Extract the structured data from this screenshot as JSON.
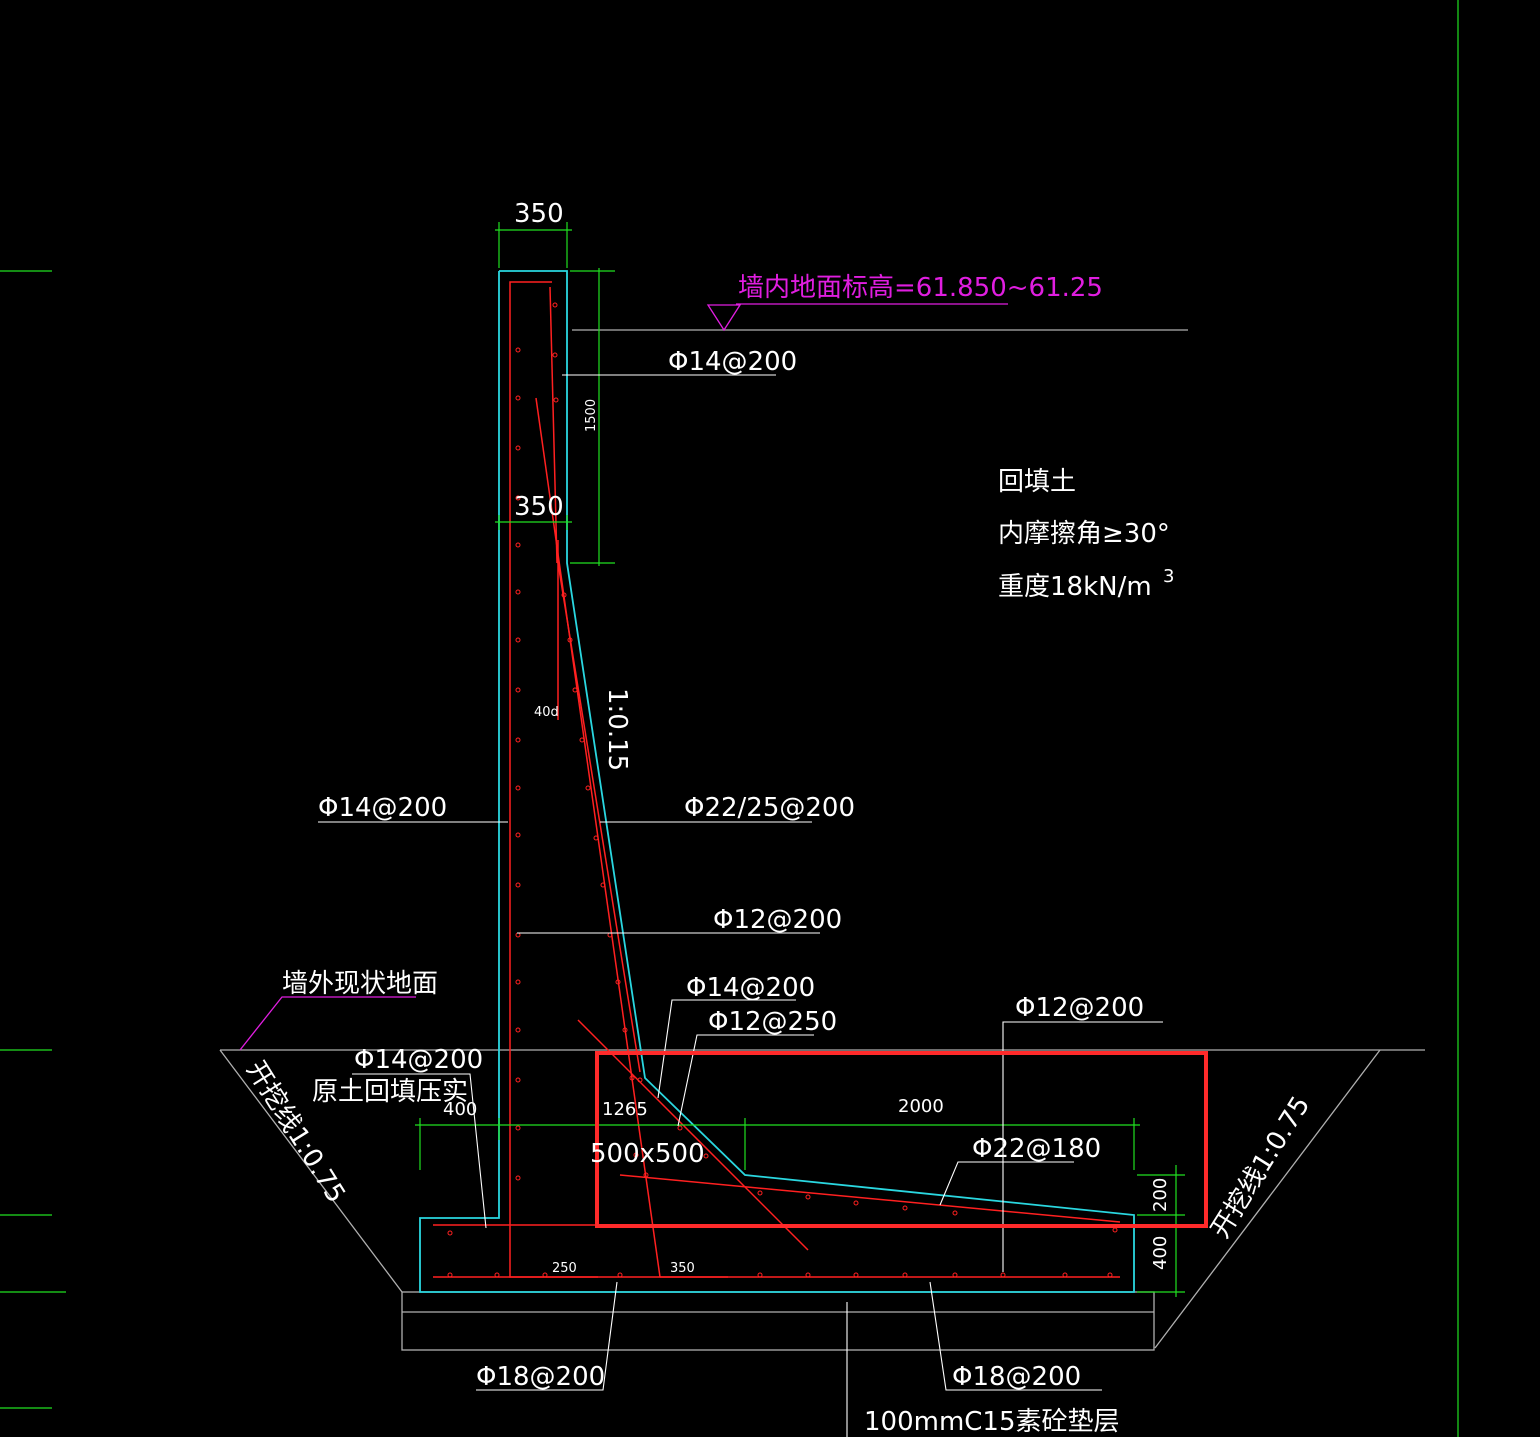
{
  "colors": {
    "background": "#000000",
    "concrete_outline": "#2ad7e0",
    "rebar": "#ff2020",
    "dimension": "#20e020",
    "annotation_leader": "#ffffff",
    "elevation_label": "#e01ee0",
    "highlight_box": "#ff2a2a",
    "ground": "#b0b0b0"
  },
  "labels": {
    "dim_top_width": "350",
    "dim_mid_width": "350",
    "dim_height_1500": "1500",
    "elevation": "墙内地面标高=61.850~61.25",
    "rebar_top_right": "Φ14@200",
    "backfill_title": "回填土",
    "friction_angle": "内摩擦角≥30°",
    "unit_weight": "重度18kN/m",
    "unit_weight_sup": "3",
    "slope_ratio": "1:0.15",
    "anchorage": "40d",
    "rebar_left_wall": "Φ14@200",
    "rebar_right_wall": "Φ22/25@200",
    "rebar_wall_horizontal": "Φ12@200",
    "outer_ground": "墙外现状地面",
    "rebar_haunch_1": "Φ14@200",
    "rebar_haunch_2": "Φ12@250",
    "rebar_heel_dist": "Φ12@200",
    "rebar_toe": "Φ14@200",
    "toe_backfill": "原土回填压实",
    "excavation_left": "开挖线1:0.75",
    "excavation_right": "开挖线1:0.75",
    "dim_400_left": "400",
    "dim_1265": "1265",
    "dim_2000": "2000",
    "haunch_size": "500x500",
    "rebar_heel_top": "Φ22@180",
    "dim_200": "200",
    "dim_400_right": "400",
    "dim_250": "250",
    "dim_350_bottom": "350",
    "rebar_bottom_left": "Φ18@200",
    "rebar_bottom_right": "Φ18@200",
    "cushion": "100mmC15素砼垫层"
  }
}
